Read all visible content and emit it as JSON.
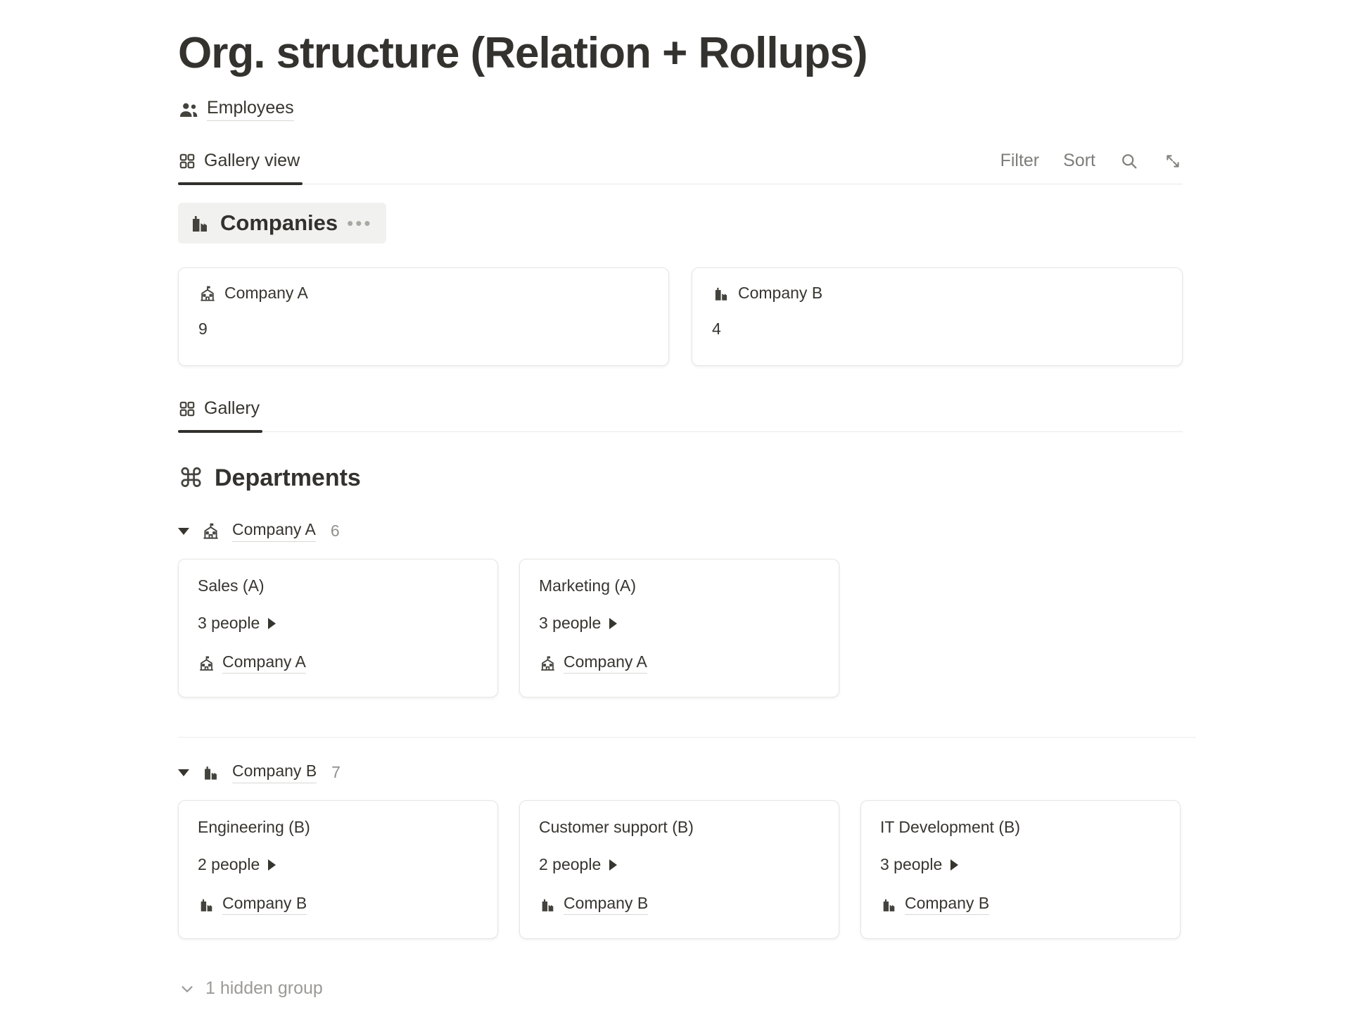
{
  "page_title": "Org. structure (Relation + Rollups)",
  "source": {
    "name": "Employees"
  },
  "toolbar": {
    "view_tab": "Gallery view",
    "filter": "Filter",
    "sort": "Sort"
  },
  "glyphs": {
    "command": "⌘",
    "menu_dots": "•••"
  },
  "companies": {
    "title": "Companies",
    "cards": [
      {
        "title": "Company A",
        "rollup": "9"
      },
      {
        "title": "Company B",
        "rollup": "4"
      }
    ]
  },
  "gallery_tab": "Gallery",
  "departments": {
    "title": "Departments",
    "groups": [
      {
        "name": "Company A",
        "count": "6",
        "cards": [
          {
            "title": "Sales (A)",
            "people": "3 people",
            "company": "Company A"
          },
          {
            "title": "Marketing (A)",
            "people": "3 people",
            "company": "Company A"
          }
        ]
      },
      {
        "name": "Company B",
        "count": "7",
        "cards": [
          {
            "title": "Engineering (B)",
            "people": "2 people",
            "company": "Company B"
          },
          {
            "title": "Customer support (B)",
            "people": "2 people",
            "company": "Company B"
          },
          {
            "title": "IT Development (B)",
            "people": "3 people",
            "company": "Company B"
          }
        ]
      }
    ],
    "hidden": "1 hidden group"
  },
  "colors": {
    "text": "#37352f",
    "muted": "#8f8e8a",
    "border": "#e9e9e7",
    "badge_bg": "#f1f1ef"
  }
}
